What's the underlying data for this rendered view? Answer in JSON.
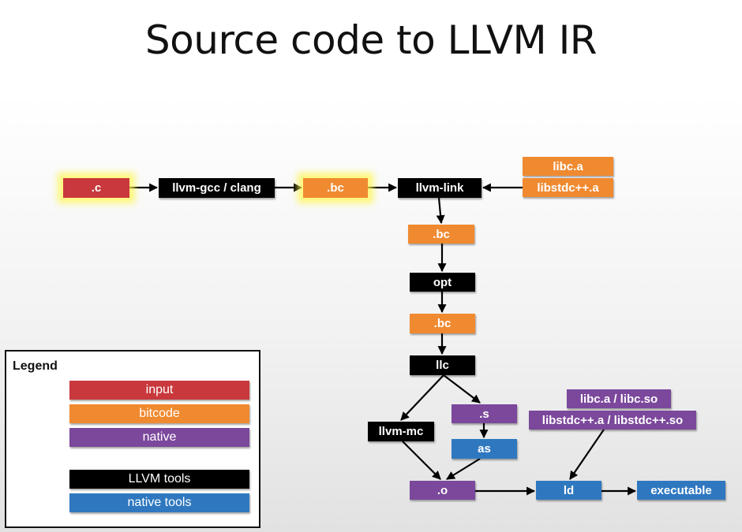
{
  "title": "Source code to LLVM IR",
  "colors": {
    "input": "#c8383c",
    "bitcode": "#f08a30",
    "native": "#7b489c",
    "llvm_tools": "#000000",
    "native_tools": "#2f78c0"
  },
  "nodes": {
    "c": ".c",
    "llvm_gcc": "llvm-gcc / clang",
    "bc1": ".bc",
    "llvm_link": "llvm-link",
    "libc_a": "libc.a",
    "libstdcxx_a": "libstdc++.a",
    "bc2": ".bc",
    "opt": "opt",
    "bc3": ".bc",
    "llc": "llc",
    "llvm_mc": "llvm-mc",
    "s": ".s",
    "as": "as",
    "libc_so": "libc.a / libc.so",
    "libstdcxx_so": "libstdc++.a / libstdc++.so",
    "o": ".o",
    "ld": "ld",
    "executable": "executable"
  },
  "legend": {
    "title": "Legend",
    "items": {
      "input": "input",
      "bitcode": "bitcode",
      "native": "native",
      "llvm_tools": "LLVM tools",
      "native_tools": "native tools"
    }
  }
}
